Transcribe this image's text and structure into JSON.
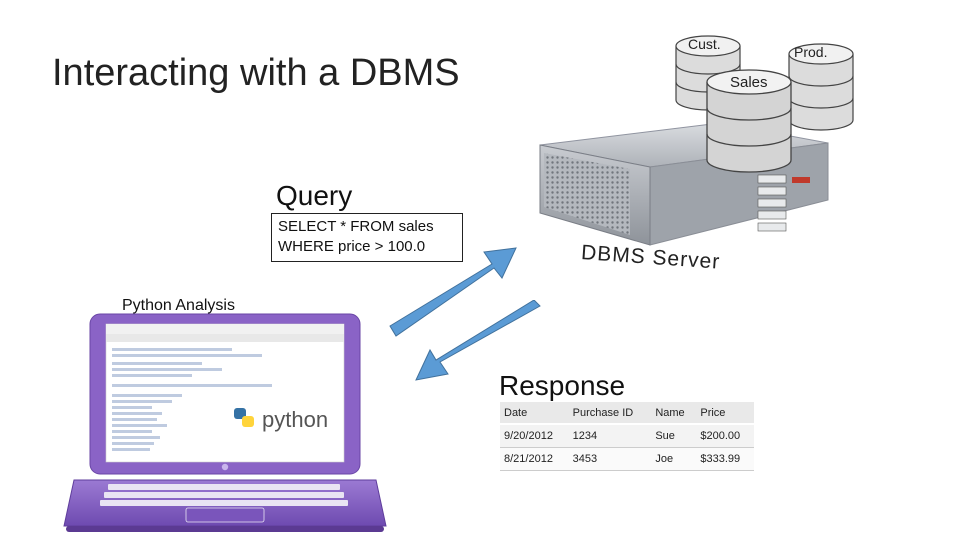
{
  "title": "Interacting with a DBMS",
  "databases": [
    {
      "name": "cust",
      "label": "Cust."
    },
    {
      "name": "prod",
      "label": "Prod."
    },
    {
      "name": "sales",
      "label": "Sales"
    }
  ],
  "server_label": "DBMS Server",
  "query": {
    "heading": "Query",
    "lines": [
      "SELECT * FROM sales",
      "WHERE price > 100.0"
    ]
  },
  "client_label": "Python Analysis",
  "python_logo_text": "python",
  "response": {
    "heading": "Response",
    "columns": [
      "Date",
      "Purchase ID",
      "Name",
      "Price"
    ],
    "rows": [
      [
        "9/20/2012",
        "1234",
        "Sue",
        "$200.00"
      ],
      [
        "8/21/2012",
        "3453",
        "Joe",
        "$333.99"
      ]
    ]
  },
  "colors": {
    "arrow": "#5b9bd5",
    "laptop": "#8a63c6",
    "server": "#b8bcc2"
  }
}
